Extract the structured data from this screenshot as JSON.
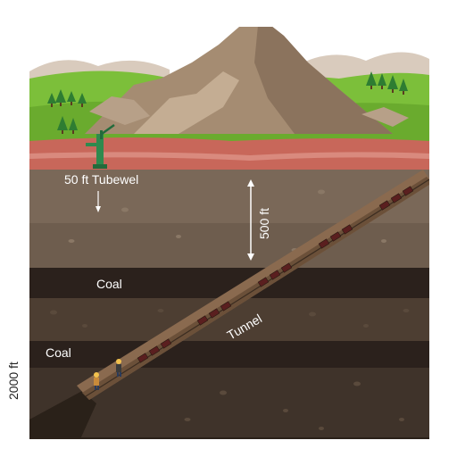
{
  "labels": {
    "tubewell": "50 ft Tubewel",
    "depth_500": "500 ft",
    "coal_upper": "Coal",
    "coal_lower": "Coal",
    "tunnel": "Tunnel",
    "depth_2000": "2000 ft"
  },
  "colors": {
    "sky": "#ffffff",
    "grass": "#7cbf3a",
    "mountain": "#a58c72",
    "clay": "#c8675a",
    "topsoil": "#7a6858",
    "coal": "#2b211c",
    "rock": "#4d3e32",
    "tunnel": "#8a6a4f",
    "tubewell": "#2f8a4e"
  },
  "icons": [
    "tree-icon",
    "tubewell-pump-icon",
    "mine-cart-icon",
    "miner-icon"
  ]
}
